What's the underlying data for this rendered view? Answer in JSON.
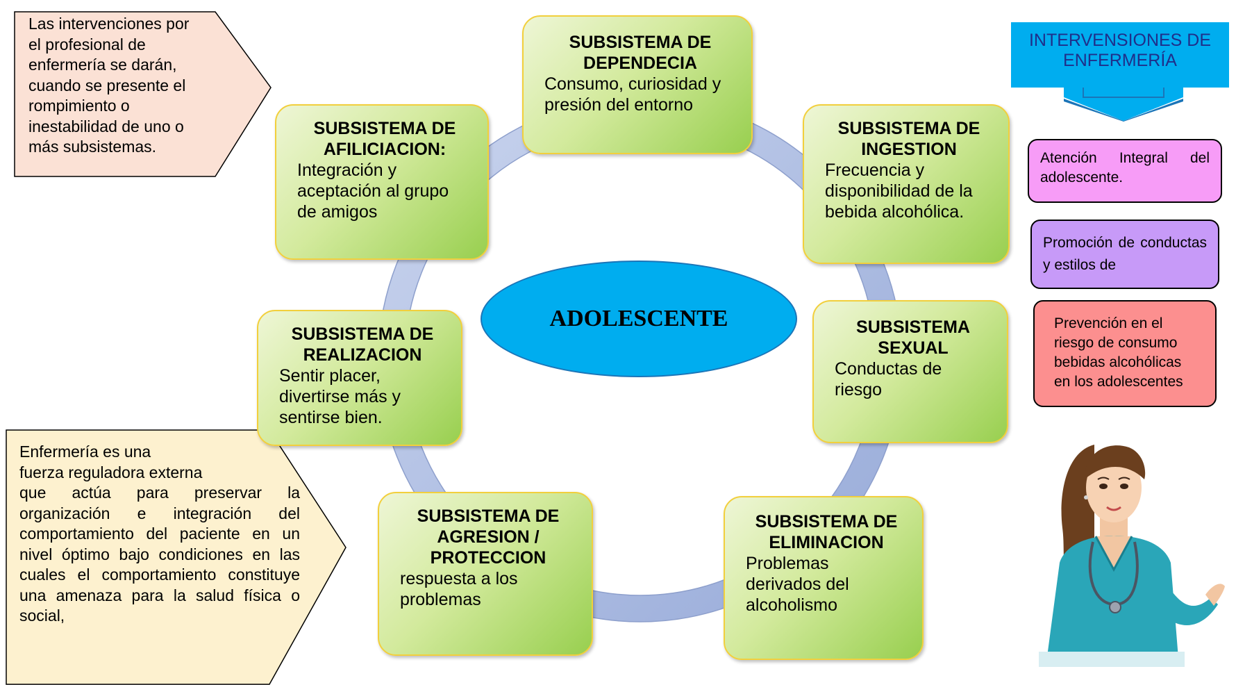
{
  "top_left_note": {
    "lines": [
      "Las intervenciones por",
      "el profesional de",
      "enfermería se darán,",
      "cuando se presente el",
      "rompimiento o",
      "inestabilidad de uno o",
      "más subsistemas."
    ]
  },
  "bottom_left_note": {
    "line1": "Enfermería es una",
    "line2": "fuerza reguladora externa",
    "body": "que actúa para preservar la organización e integración del comportamiento del paciente en un nivel óptimo bajo condiciones en las cuales el comportamiento constituye una amenaza para la salud física o social,"
  },
  "center": {
    "label": "ADOLESCENTE"
  },
  "subsystems": {
    "dependencia": {
      "title": "SUBSISTEMA DE DEPENDECIA",
      "desc": "Consumo, curiosidad y presión del entorno"
    },
    "afiliacion": {
      "title": "SUBSISTEMA DE AFILICIACION:",
      "desc": "Integración y aceptación al grupo de amigos"
    },
    "ingestion": {
      "title": "SUBSISTEMA DE INGESTION",
      "desc": "Frecuencia y disponibilidad de la bebida alcohólica."
    },
    "realizacion": {
      "title": "SUBSISTEMA DE REALIZACION",
      "desc": "Sentir placer, divertirse más y sentirse bien."
    },
    "sexual": {
      "title": "SUBSISTEMA SEXUAL",
      "desc": "Conductas de riesgo"
    },
    "agresion": {
      "title": "SUBSISTEMA DE AGRESION / PROTECCION",
      "desc": "respuesta a los problemas"
    },
    "eliminacion": {
      "title": "SUBSISTEMA DE ELIMINACION",
      "desc": "Problemas derivados del alcoholismo"
    }
  },
  "interventions": {
    "header": "INTERVENSIONES DE ENFERMERÍA",
    "items": [
      {
        "text": "Atención Integral del adolescente.",
        "color": "#f79cf7"
      },
      {
        "text": "Promoción de conductas y estilos de",
        "color": "#c79af8"
      },
      {
        "text": "Prevención en el riesgo de consumo bebidas alcohólicas en los adolescentes",
        "color": "#fc8f8f"
      }
    ]
  },
  "colors": {
    "ring": "#a9b9df",
    "center_fill": "#00adef",
    "header_fill": "#00adef",
    "note_top_fill": "#fbe1d5",
    "note_bottom_fill": "#fdf1cf",
    "subsystem_border": "#f2cf3c"
  },
  "icons": {
    "nurse": "nurse-illustration",
    "arrow": "down-arrow-icon"
  }
}
